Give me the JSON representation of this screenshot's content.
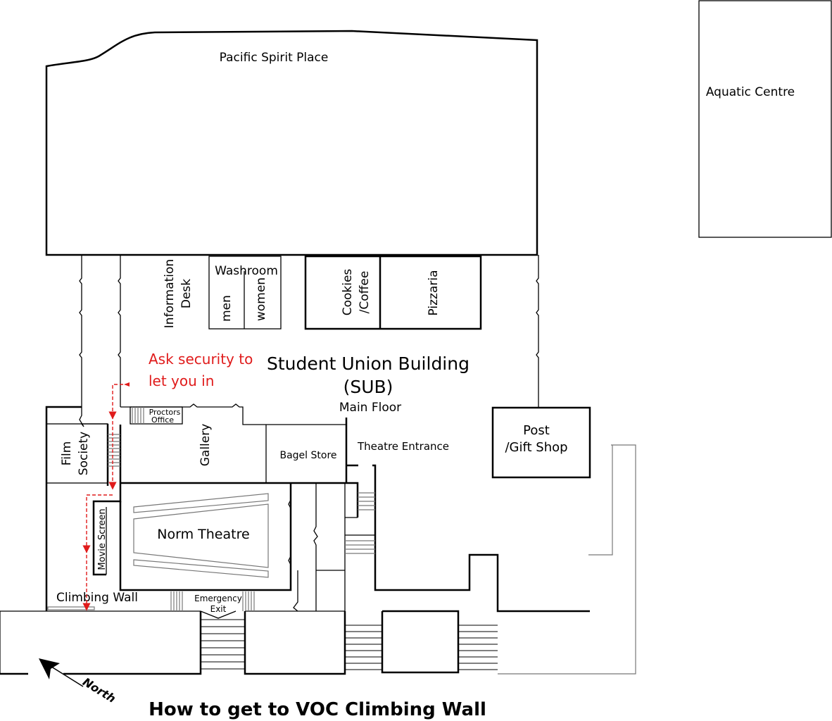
{
  "map": {
    "title": "How to get to VOC Climbing Wall",
    "north_label": "North",
    "buildings": {
      "pacific_spirit": "Pacific Spirit Place",
      "aquatic": "Aquatic Centre",
      "sub_line1": "Student Union Building",
      "sub_line2": "(SUB)",
      "sub_floor": "Main Floor"
    },
    "rooms": {
      "info_desk_1": "Information",
      "info_desk_2": "Desk",
      "washroom": "Washroom",
      "men": "men",
      "women": "women",
      "cookies_1": "Cookies",
      "cookies_2": "/Coffee",
      "pizzaria": "Pizzaria",
      "proctors_1": "Proctors",
      "proctors_2": "Office",
      "film_1": "Film",
      "film_2": "Society",
      "gallery": "Gallery",
      "bagel": "Bagel Store",
      "theatre_entrance": "Theatre Entrance",
      "post_1": "Post",
      "post_2": "/Gift Shop",
      "movie_screen": "Movie Screen",
      "norm_theatre": "Norm Theatre",
      "climbing_wall": "Climbing Wall",
      "emergency_1": "Emergency",
      "emergency_2": "Exit"
    },
    "note": {
      "line1": "Ask security to",
      "line2": "let you in",
      "color": "#e01b1b"
    }
  }
}
